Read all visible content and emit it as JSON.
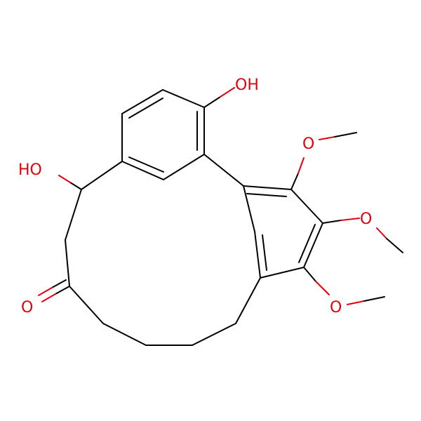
{
  "molecule": {
    "colors": {
      "bond": "#000000",
      "oxygen": "#e3000b",
      "background": "#ffffff"
    },
    "labels": {
      "phenol_oh": "OH",
      "alcohol_ho": "HO",
      "ketone_o": "O",
      "methoxy_1": "O",
      "methoxy_2": "O",
      "methoxy_3": "O"
    }
  }
}
